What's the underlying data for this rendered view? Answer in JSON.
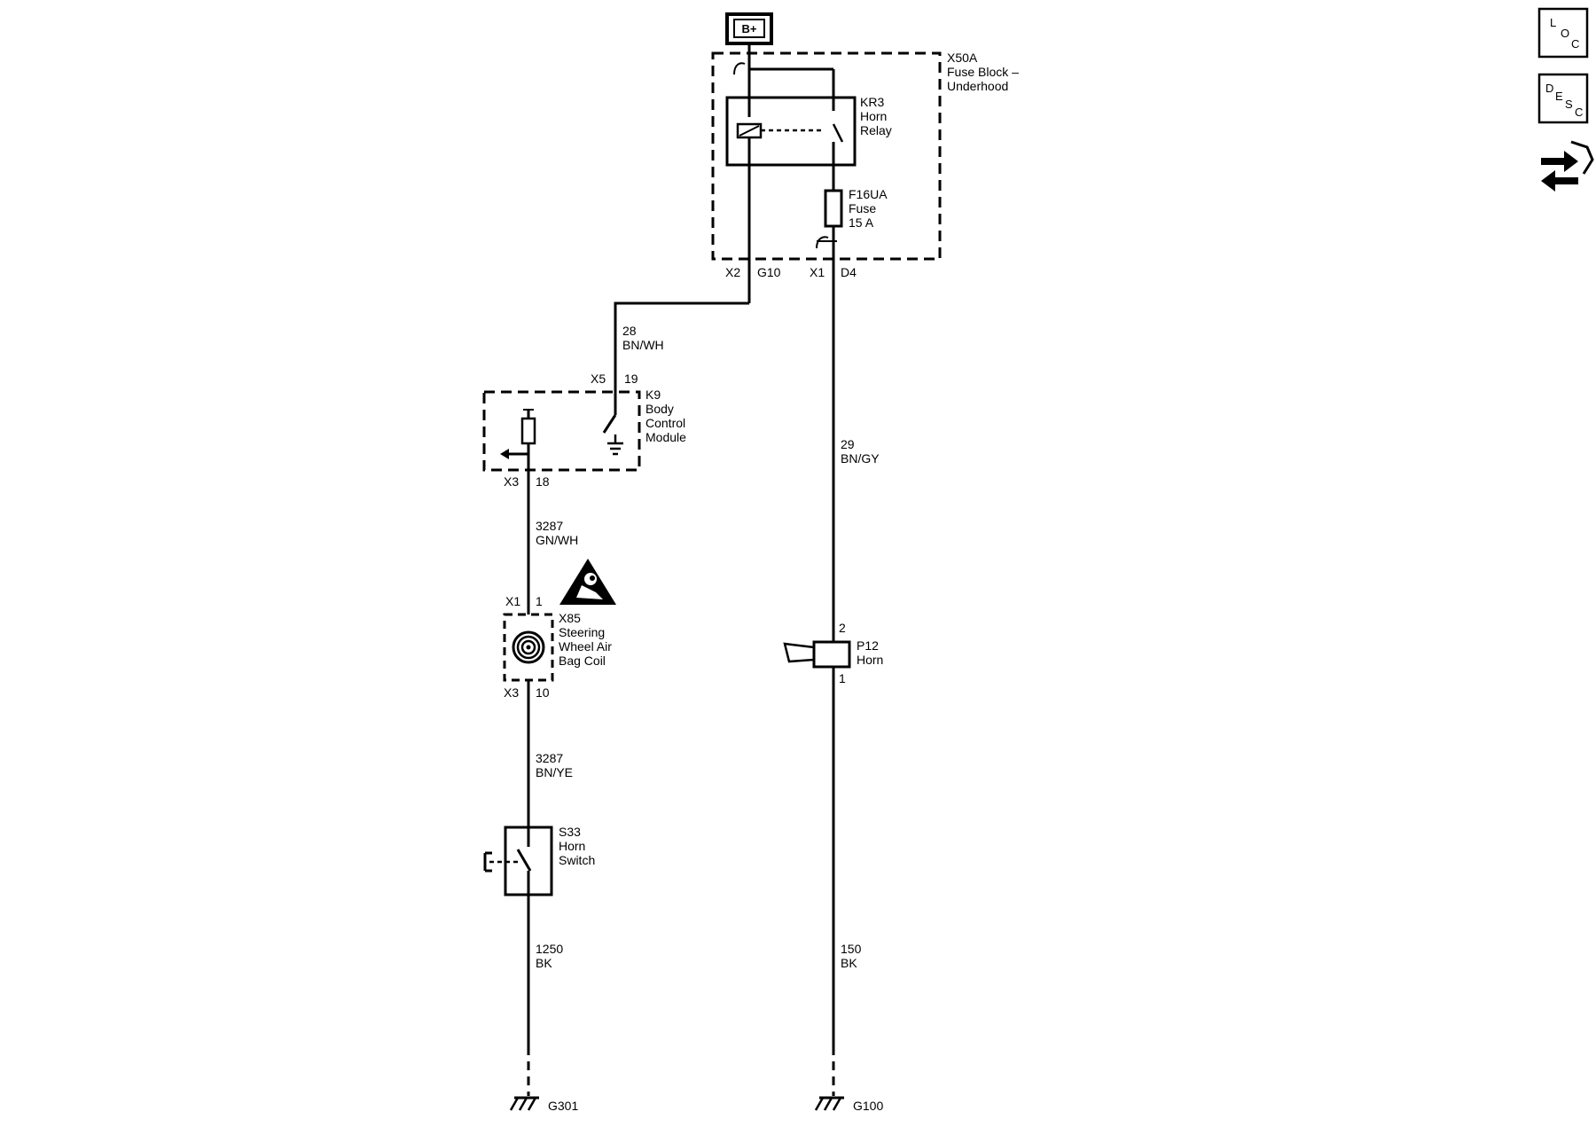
{
  "power": {
    "label": "B+"
  },
  "fuse_block": {
    "name": "X50A",
    "line1": "Fuse Block –",
    "line2": "Underhood",
    "pin_left_conn": "X2",
    "pin_left_num": "G10",
    "pin_right_conn": "X1",
    "pin_right_num": "D4"
  },
  "relay": {
    "name": "KR3",
    "line1": "Horn",
    "line2": "Relay"
  },
  "fuse": {
    "name": "F16UA",
    "line1": "Fuse",
    "line2": "15 A"
  },
  "wire_bcm_in": {
    "circuit": "28",
    "color": "BN/WH"
  },
  "bcm": {
    "name": "K9",
    "line1": "Body",
    "line2": "Control",
    "line3": "Module",
    "top_conn": "X5",
    "top_pin": "19",
    "bot_conn": "X3",
    "bot_pin": "18"
  },
  "wire_horn_feed": {
    "circuit": "29",
    "color": "BN/GY"
  },
  "wire_bcm_out": {
    "circuit": "3287",
    "color": "GN/WH"
  },
  "coil": {
    "name": "X85",
    "line1": "Steering",
    "line2": "Wheel Air",
    "line3": "Bag Coil",
    "top_conn": "X1",
    "top_pin": "1",
    "bot_conn": "X3",
    "bot_pin": "10"
  },
  "horn": {
    "name": "P12",
    "line1": "Horn",
    "pin_top": "2",
    "pin_bot": "1"
  },
  "wire_coil_out": {
    "circuit": "3287",
    "color": "BN/YE"
  },
  "horn_switch": {
    "name": "S33",
    "line1": "Horn",
    "line2": "Switch"
  },
  "wire_ground_left": {
    "circuit": "1250",
    "color": "BK"
  },
  "wire_ground_right": {
    "circuit": "150",
    "color": "BK"
  },
  "grounds": {
    "left": "G301",
    "right": "G100"
  },
  "side_buttons": {
    "loc": {
      "l1": "L",
      "l2": "O",
      "l3": "C"
    },
    "desc": {
      "l1": "D",
      "l2": "E",
      "l3": "S",
      "l4": "C"
    }
  }
}
